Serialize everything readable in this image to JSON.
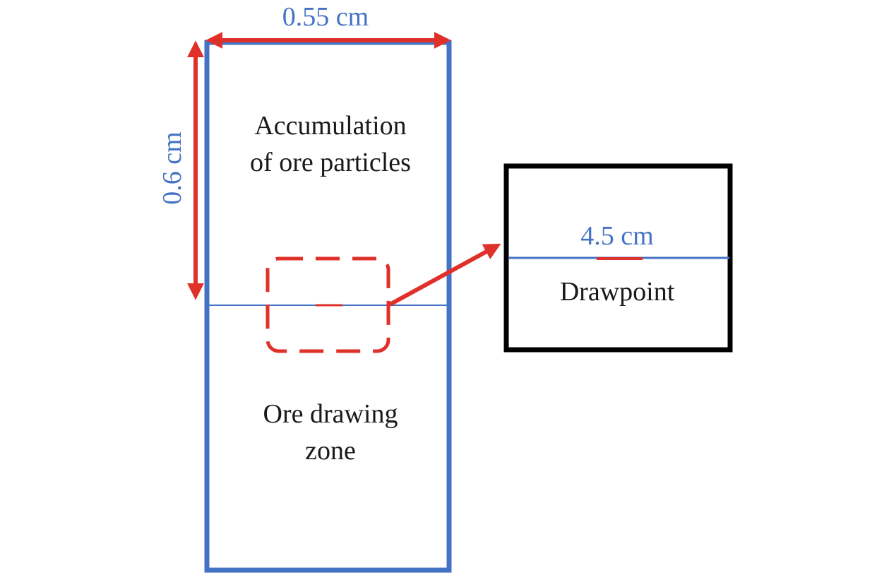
{
  "dimensions": {
    "width_label": "0.55 cm",
    "height_label": "0.6 cm",
    "drawpoint_label": "4.5 cm"
  },
  "zones": {
    "upper_line1": "Accumulation",
    "upper_line2": "of ore particles",
    "lower_line1": "Ore drawing",
    "lower_line2": "zone"
  },
  "inset": {
    "title": "Drawpoint"
  },
  "colors": {
    "blue": "#4472C4",
    "red": "#E0302A",
    "black": "#000000",
    "text": "#1a1a1a"
  }
}
